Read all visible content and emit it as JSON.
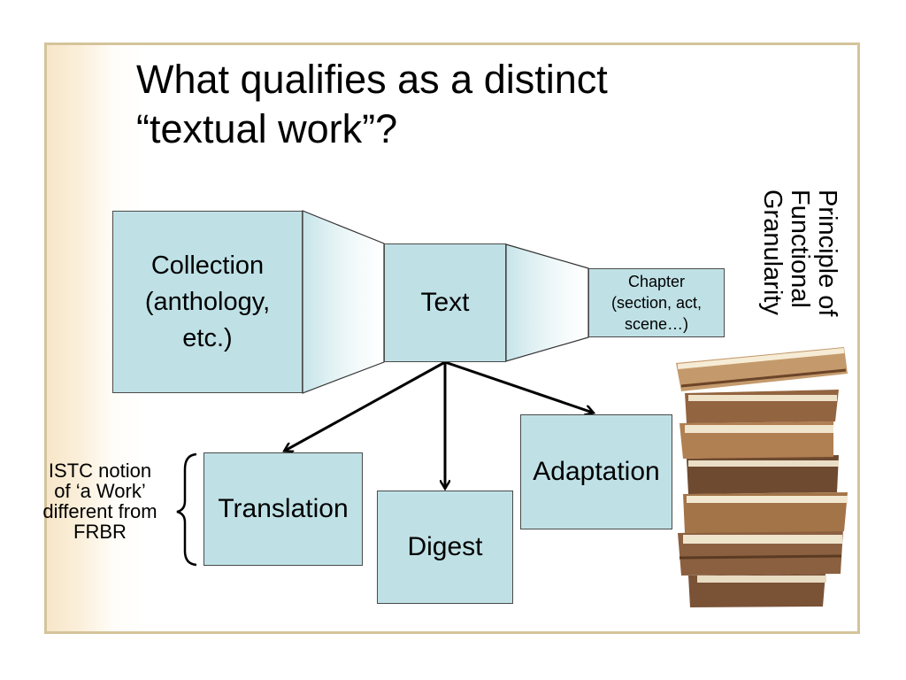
{
  "slide": {
    "title_lines": [
      "What qualifies as a distinct",
      "“textual work”?"
    ]
  },
  "boxes": {
    "collection": [
      "Collection",
      "(anthology,",
      "etc.)"
    ],
    "text": "Text",
    "chapter": [
      "Chapter",
      "(section, act,",
      "scene…)"
    ],
    "translation": "Translation",
    "digest": "Digest",
    "adaptation": "Adaptation"
  },
  "side_note": [
    "ISTC notion",
    "of ‘a Work’",
    "different from",
    "FRBR"
  ],
  "vertical_label": [
    "Principle of",
    "Functional",
    "Granularity"
  ],
  "colors": {
    "box_fill": "#bfe1e6",
    "frame_border": "#d4c49a"
  },
  "icons": {
    "books": "stacked-books-illustration"
  }
}
